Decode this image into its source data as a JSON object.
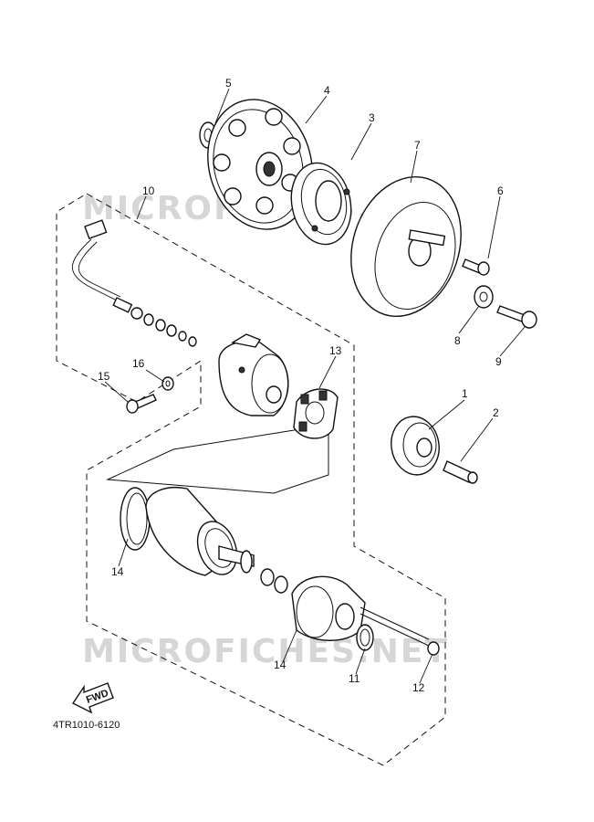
{
  "watermark": "MICROFICHES.NET",
  "reference_code": "4TR1010-6120",
  "fwd_label": "FWD",
  "callouts": [
    "1",
    "2",
    "3",
    "4",
    "5",
    "6",
    "7",
    "8",
    "9",
    "10",
    "11",
    "12",
    "13",
    "14",
    "14",
    "15",
    "16"
  ]
}
